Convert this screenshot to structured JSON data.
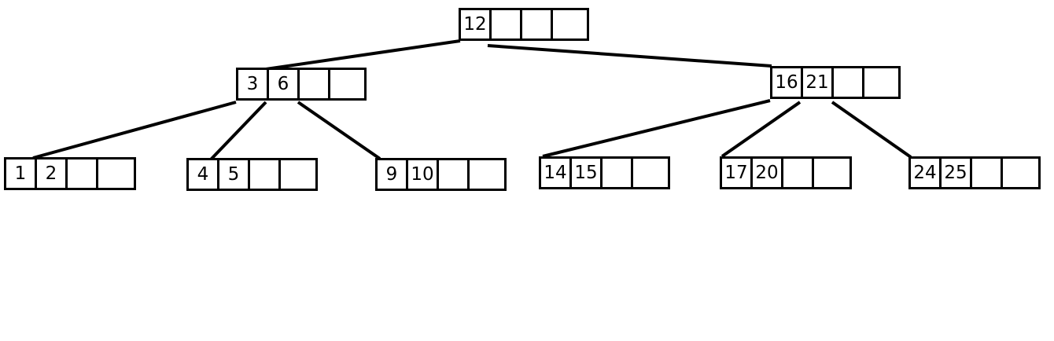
{
  "nodes": {
    "root": [
      "12",
      "",
      "",
      ""
    ],
    "l1a": [
      "3",
      "6",
      "",
      ""
    ],
    "l1b": [
      "16",
      "21",
      "",
      ""
    ],
    "leaf1": [
      "1",
      "2",
      "",
      ""
    ],
    "leaf2": [
      "4",
      "5",
      "",
      ""
    ],
    "leaf3": [
      "9",
      "10",
      "",
      ""
    ],
    "leaf4": [
      "14",
      "15",
      "",
      ""
    ],
    "leaf5": [
      "17",
      "20",
      "",
      ""
    ],
    "leaf6": [
      "24",
      "25",
      "",
      ""
    ]
  },
  "edges": [
    [
      "root",
      "l1a"
    ],
    [
      "root",
      "l1b"
    ],
    [
      "l1a",
      "leaf1"
    ],
    [
      "l1a",
      "leaf2"
    ],
    [
      "l1a",
      "leaf3"
    ],
    [
      "l1b",
      "leaf4"
    ],
    [
      "l1b",
      "leaf5"
    ],
    [
      "l1b",
      "leaf6"
    ]
  ]
}
